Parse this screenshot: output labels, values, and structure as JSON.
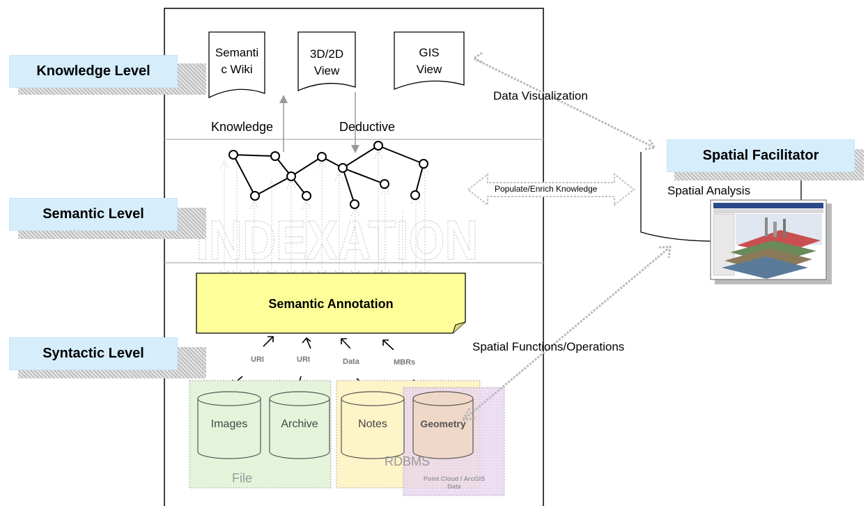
{
  "levels": {
    "knowledge": "Knowledge Level",
    "semantic": "Semantic Level",
    "syntactic": "Syntactic Level"
  },
  "documents": {
    "semantic_wiki": [
      "Semanti",
      "c Wiki"
    ],
    "view_3d2d": [
      "3D/2D",
      "View"
    ],
    "gis_view": [
      "GIS",
      "View"
    ]
  },
  "labels": {
    "knowledge": "Knowledge",
    "deductive": "Deductive",
    "indexation": "INDEXATION",
    "semantic_annotation": "Semantic Annotation",
    "data_visualization": "Data Visualization",
    "populate_enrich": "Populate/Enrich Knowledge",
    "spatial_functions": "Spatial Functions/Operations",
    "spatial_facilitator": "Spatial Facilitator",
    "spatial_analysis": "Spatial Analysis"
  },
  "annotation_sources": [
    "URI",
    "URI",
    "Data",
    "MBRs"
  ],
  "storage": {
    "file_label": "File",
    "rdbms_label": "RDBMS",
    "point_cloud": [
      "Point Cloud / ArcGIS",
      "Data"
    ],
    "databases": [
      "Images",
      "Archive",
      "Notes",
      "Geometry"
    ]
  },
  "colors": {
    "level_box": "#d6eefc",
    "annotation_note": "#ffff99",
    "file_region": "#e3f4da",
    "rdbms_region": "#fdf4c8",
    "point_cloud_region": "#ead6f2",
    "dotted_arrow": "#bdbdbd"
  }
}
